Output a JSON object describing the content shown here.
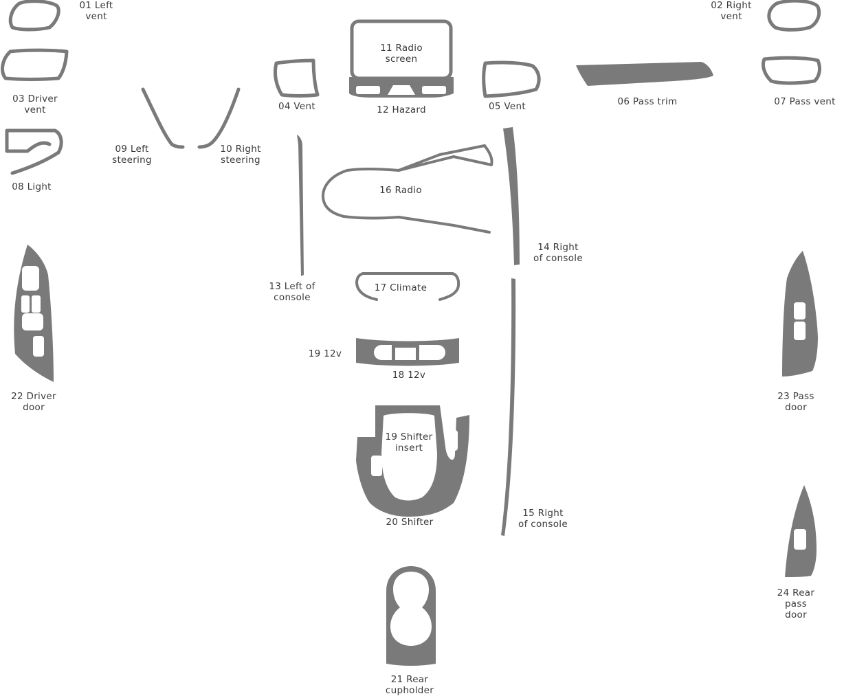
{
  "labels": {
    "p01": [
      "01 Left",
      "vent"
    ],
    "p02": [
      "02 Right",
      "vent"
    ],
    "p03": [
      "03 Driver",
      "vent"
    ],
    "p04": [
      "04 Vent"
    ],
    "p05": [
      "05 Vent"
    ],
    "p06": [
      "06 Pass trim"
    ],
    "p07": [
      "07 Pass vent"
    ],
    "p08": [
      "08 Light"
    ],
    "p09": [
      "09 Left",
      "steering"
    ],
    "p10": [
      "10 Right",
      "steering"
    ],
    "p11": [
      "11 Radio",
      "screen"
    ],
    "p12": [
      "12 Hazard"
    ],
    "p13": [
      "13 Left of",
      "console"
    ],
    "p14": [
      "14 Right",
      "of console"
    ],
    "p15": [
      "15 Right",
      "of console"
    ],
    "p16": [
      "16 Radio"
    ],
    "p17": [
      "17 Climate"
    ],
    "p18": [
      "18 12v"
    ],
    "p19a": [
      "19 12v"
    ],
    "p19b": [
      "19 Shifter",
      "insert"
    ],
    "p20": [
      "20 Shifter"
    ],
    "p21": [
      "21 Rear",
      "cupholder"
    ],
    "p22": [
      "22 Driver",
      "door"
    ],
    "p23": [
      "23 Pass",
      "door"
    ],
    "p24": [
      "24 Rear",
      "pass",
      "door"
    ]
  },
  "colors": {
    "part": "#7b7a7b",
    "text": "#3a3a3a",
    "background": "#ffffff"
  }
}
